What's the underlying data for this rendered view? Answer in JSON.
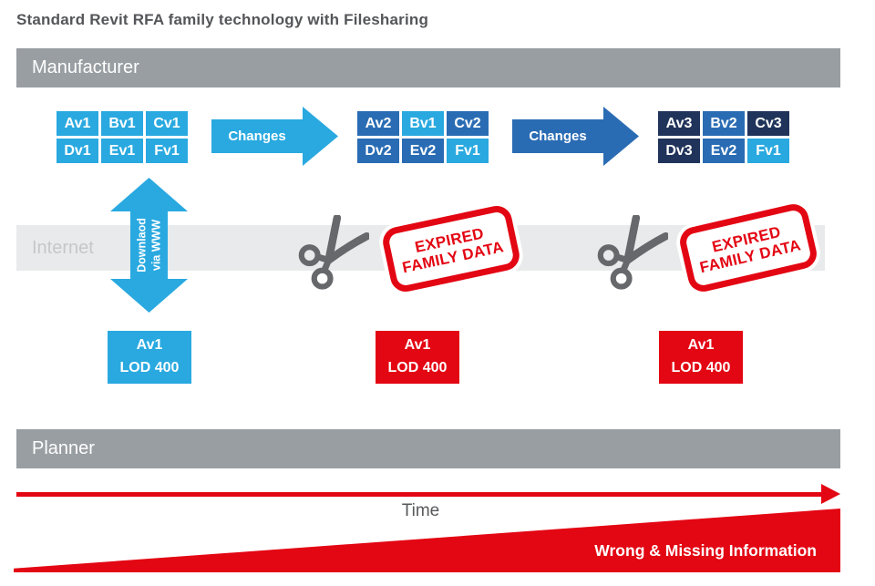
{
  "title": "Standard Revit RFA family technology with Filesharing",
  "lanes": {
    "manufacturer": "Manufacturer",
    "internet": "Internet",
    "planner": "Planner"
  },
  "grids": [
    {
      "name": "family-version-1",
      "cells": [
        {
          "label": "Av1",
          "tone": "light"
        },
        {
          "label": "Bv1",
          "tone": "light"
        },
        {
          "label": "Cv1",
          "tone": "light"
        },
        {
          "label": "Dv1",
          "tone": "light"
        },
        {
          "label": "Ev1",
          "tone": "light"
        },
        {
          "label": "Fv1",
          "tone": "light"
        }
      ]
    },
    {
      "name": "family-version-2",
      "cells": [
        {
          "label": "Av2",
          "tone": "medium"
        },
        {
          "label": "Bv1",
          "tone": "light"
        },
        {
          "label": "Cv2",
          "tone": "medium"
        },
        {
          "label": "Dv2",
          "tone": "medium"
        },
        {
          "label": "Ev2",
          "tone": "medium"
        },
        {
          "label": "Fv1",
          "tone": "light"
        }
      ]
    },
    {
      "name": "family-version-3",
      "cells": [
        {
          "label": "Av3",
          "tone": "dark"
        },
        {
          "label": "Bv2",
          "tone": "medium"
        },
        {
          "label": "Cv3",
          "tone": "dark"
        },
        {
          "label": "Dv3",
          "tone": "dark"
        },
        {
          "label": "Ev2",
          "tone": "medium"
        },
        {
          "label": "Fv1",
          "tone": "light"
        }
      ]
    }
  ],
  "arrows": {
    "changes1": {
      "label": "Changes",
      "tone": "light"
    },
    "changes2": {
      "label": "Changes",
      "tone": "medium"
    },
    "download": {
      "line1": "Downlaod",
      "line2": "via WWW"
    },
    "time": {
      "label": "Time"
    }
  },
  "stamps": [
    {
      "line1": "EXPIRED",
      "line2": "FAMILY DATA"
    },
    {
      "line1": "EXPIRED",
      "line2": "FAMILY DATA"
    }
  ],
  "lod_boxes": [
    {
      "line1": "Av1",
      "line2": "LOD 400",
      "tone": "light"
    },
    {
      "line1": "Av1",
      "line2": "LOD 400",
      "tone": "red"
    },
    {
      "line1": "Av1",
      "line2": "LOD 400",
      "tone": "red"
    }
  ],
  "wedge": {
    "label": "Wrong & Missing Information"
  },
  "colors": {
    "light_blue": "#29A9E0",
    "medium_blue": "#2A6CB4",
    "dark_navy": "#20335A",
    "red": "#E30613",
    "lane_gray": "#999EA2",
    "band_gray": "#E8EAEB",
    "scissors_gray": "#66686B",
    "title_gray": "#55565A"
  }
}
